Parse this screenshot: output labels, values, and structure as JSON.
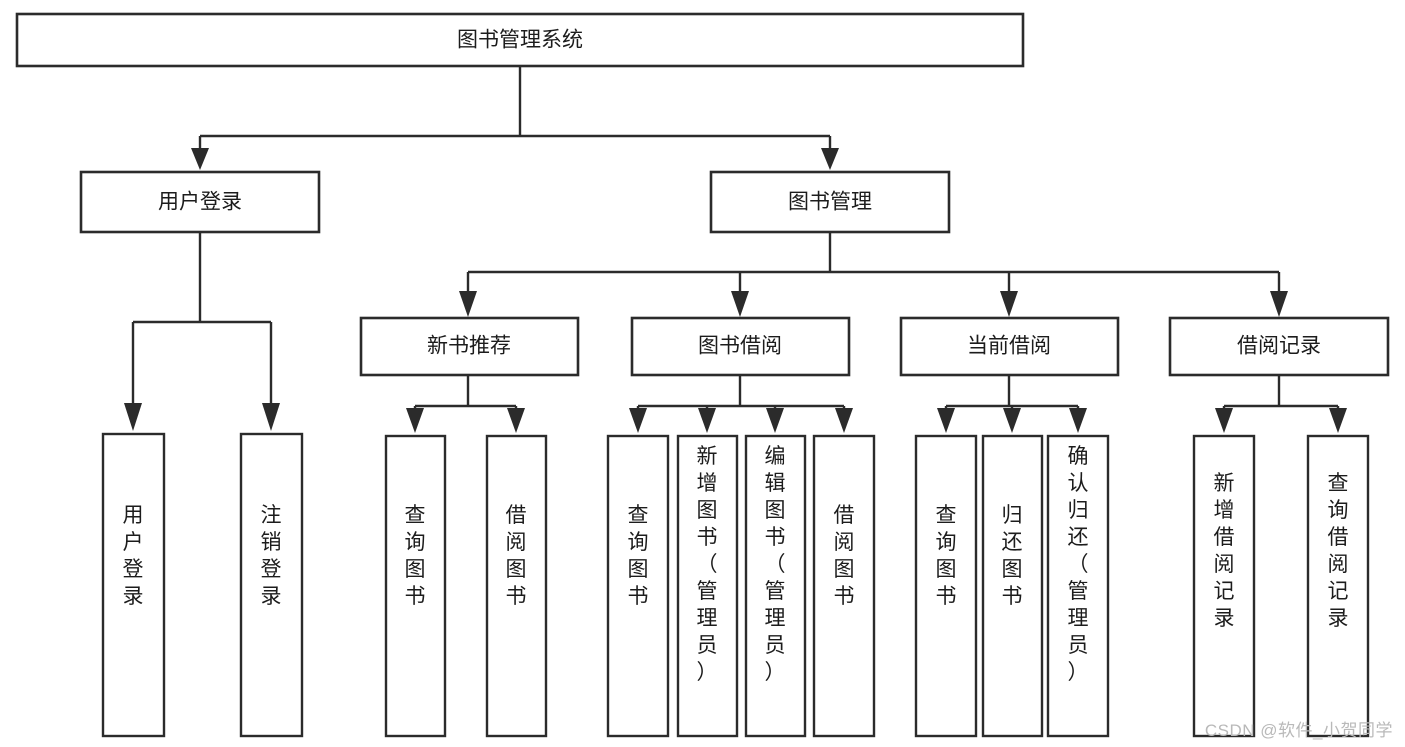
{
  "diagram": {
    "type": "tree",
    "title": "图书管理系统",
    "orientation": "top-down",
    "colors": {
      "box_stroke": "#2b2b2b",
      "box_fill": "#ffffff",
      "connector": "#2b2b2b",
      "text": "#1c1c1c",
      "background": "#ffffff",
      "watermark": "#b9b9b9"
    },
    "levels": {
      "root": {
        "label": "图书管理系统"
      },
      "level1": [
        {
          "label": "用户登录"
        },
        {
          "label": "图书管理"
        }
      ],
      "level2": [
        {
          "label": "新书推荐"
        },
        {
          "label": "图书借阅"
        },
        {
          "label": "当前借阅"
        },
        {
          "label": "借阅记录"
        }
      ],
      "leaves": {
        "user_login": [
          {
            "label": "用户登录"
          },
          {
            "label": "注销登录"
          }
        ],
        "new_book_recommend": [
          {
            "label": "查询图书"
          },
          {
            "label": "借阅图书"
          }
        ],
        "book_borrow": [
          {
            "label": "查询图书"
          },
          {
            "label": "新增图书（管理员）"
          },
          {
            "label": "编辑图书（管理员）"
          },
          {
            "label": "借阅图书"
          }
        ],
        "current_borrow": [
          {
            "label": "查询图书"
          },
          {
            "label": "归还图书"
          },
          {
            "label": "确认归还（管理员）"
          }
        ],
        "borrow_record": [
          {
            "label": "新增借阅记录"
          },
          {
            "label": "查询借阅记录"
          }
        ]
      }
    }
  },
  "watermark": {
    "text": "CSDN @软件_小贺同学"
  }
}
